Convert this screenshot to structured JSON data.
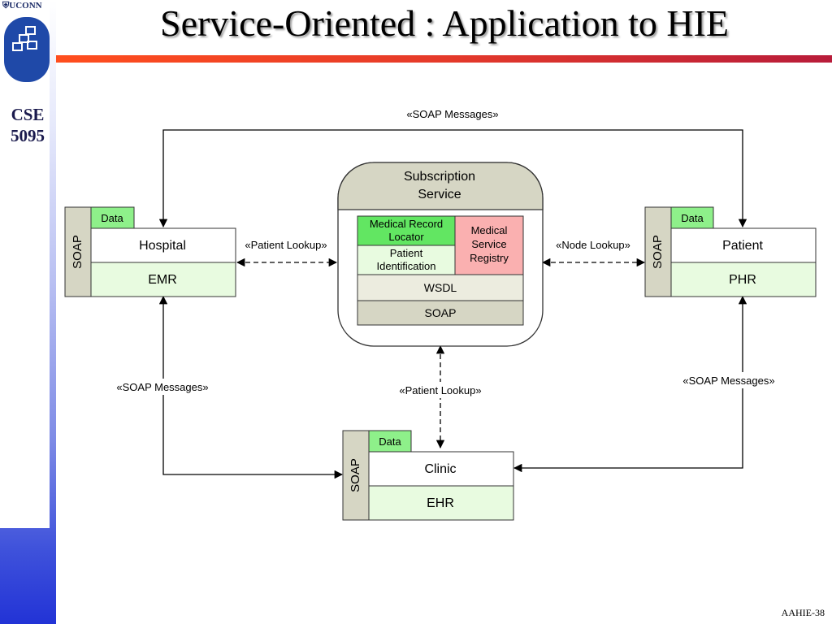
{
  "header": {
    "title": "Service-Oriented : Application to HIE",
    "university": "UCONN",
    "course": [
      "CSE",
      "5095"
    ]
  },
  "footer": {
    "slide_number": "AAHIE-38"
  },
  "diagram": {
    "nodes": {
      "hospital": {
        "protocol": "SOAP",
        "data_tab": "Data",
        "name": "Hospital",
        "record": "EMR"
      },
      "patient": {
        "protocol": "SOAP",
        "data_tab": "Data",
        "name": "Patient",
        "record": "PHR"
      },
      "clinic": {
        "protocol": "SOAP",
        "data_tab": "Data",
        "name": "Clinic",
        "record": "EHR"
      },
      "subscription": {
        "title_line1": "Subscription",
        "title_line2": "Service",
        "medical_record_locator": [
          "Medical Record",
          "Locator"
        ],
        "patient_identification": [
          "Patient",
          "Identification"
        ],
        "medical_service_registry": [
          "Medical",
          "Service",
          "Registry"
        ],
        "wsdl": "WSDL",
        "soap": "SOAP"
      }
    },
    "edges": {
      "top_soap_messages": "«SOAP Messages»",
      "hospital_patient_lookup": "«Patient Lookup»",
      "node_lookup": "«Node Lookup»",
      "left_soap_messages": "«SOAP Messages»",
      "right_soap_messages": "«SOAP Messages»",
      "clinic_patient_lookup": "«Patient Lookup»"
    },
    "colors": {
      "soap_gray": "#d6d6c4",
      "light_green": "#e8fbe0",
      "data_green": "#8ef08a",
      "locator_green": "#62e662",
      "registry_pink": "#fab0b0",
      "wsdl_gray": "#ececdf"
    }
  }
}
